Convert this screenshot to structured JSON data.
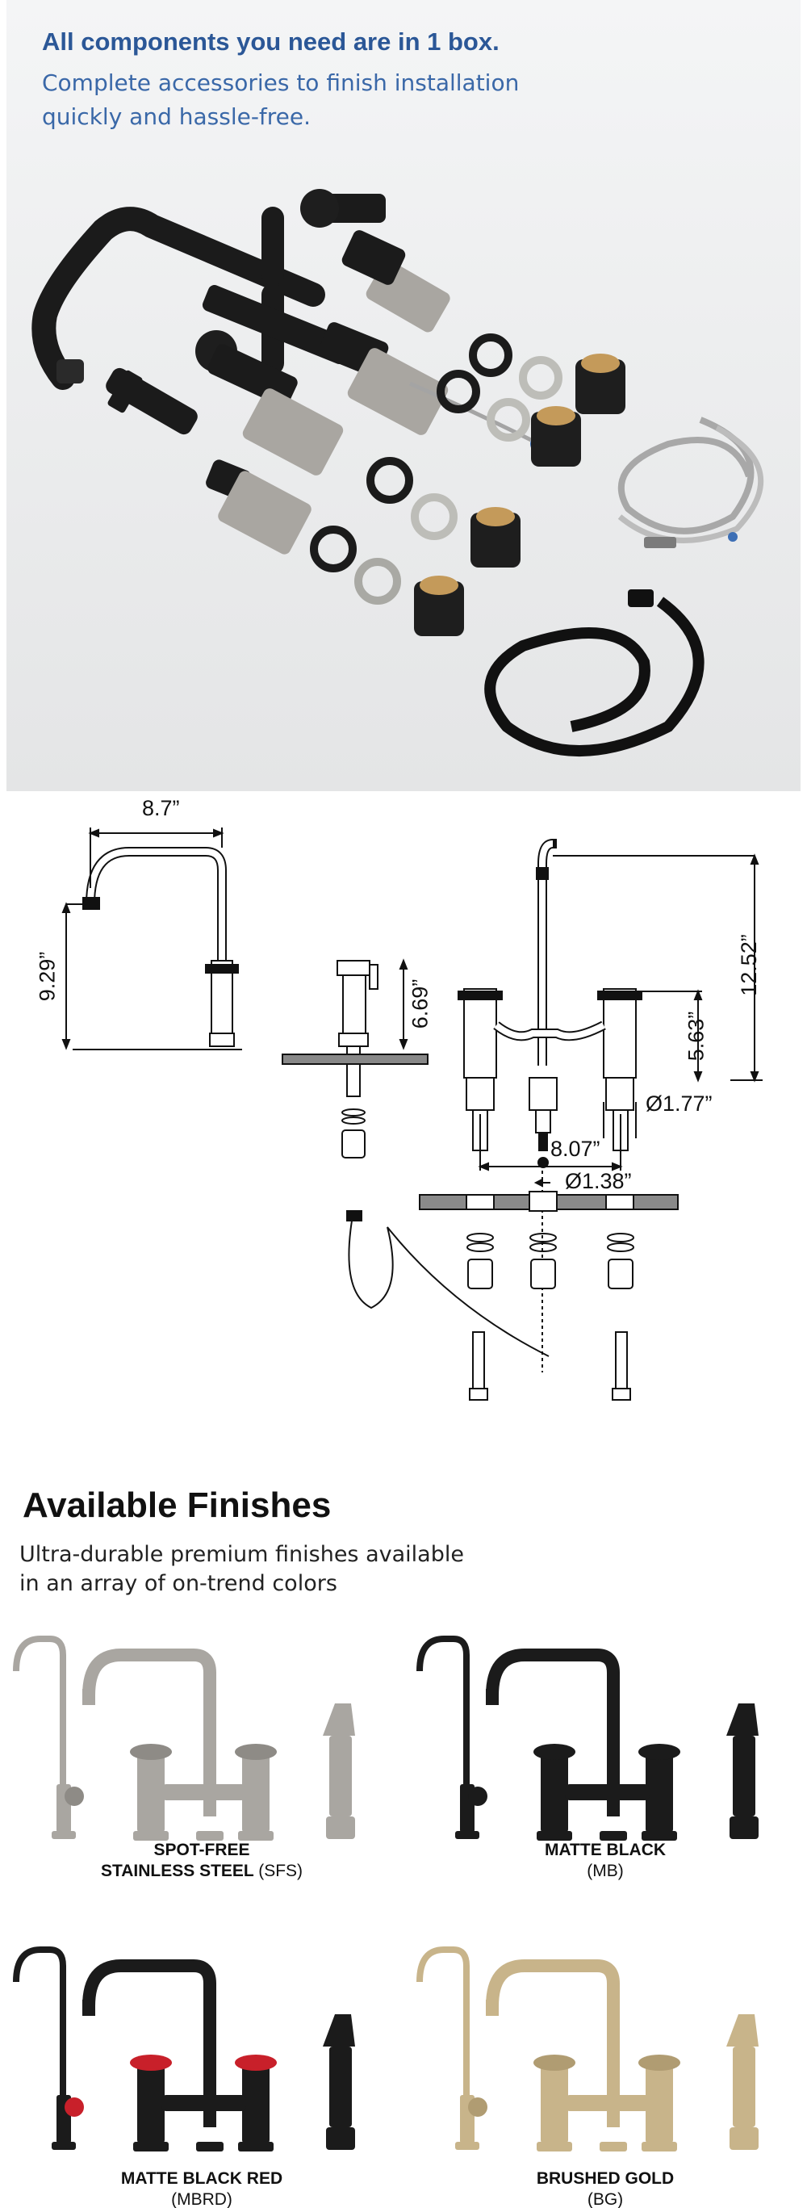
{
  "accessories": {
    "headline": "All components you need are in 1 box.",
    "subline_1": "Complete accessories to finish installation",
    "subline_2": "quickly and hassle-free."
  },
  "dimensions": {
    "width_8_7": "8.7”",
    "height_9_29": "9.29”",
    "sprayer_6_69": "6.69”",
    "height_12_52": "12.52”",
    "height_5_63": "5.63”",
    "dia_1_77": "Ø1.77”",
    "spread_8_07": "8.07”",
    "dia_1_38": "Ø1.38”"
  },
  "finishes": {
    "title": "Available Finishes",
    "subline_1": "Ultra-durable premium finishes available",
    "subline_2": "in an array of on-trend colors",
    "items": [
      {
        "name_line1": "SPOT-FREE",
        "name_line2": "STAINLESS STEEL",
        "code": "(SFS)",
        "color": "#a9a6a1",
        "accent": "#8e8b86"
      },
      {
        "name_line1": "MATTE BLACK",
        "name_line2": "",
        "code": "(MB)",
        "color": "#1b1b1b",
        "accent": "#1b1b1b"
      },
      {
        "name_line1": "MATTE BLACK RED",
        "name_line2": "",
        "code": "(MBRD)",
        "color": "#1b1b1b",
        "accent": "#c8202a"
      },
      {
        "name_line1": "BRUSHED GOLD",
        "name_line2": "",
        "code": "(BG)",
        "color": "#c8b48a",
        "accent": "#b09c72"
      }
    ]
  },
  "colors": {
    "headline_blue": "#2b5797",
    "steel": "#b3b0ab",
    "black": "#1b1b1b"
  }
}
